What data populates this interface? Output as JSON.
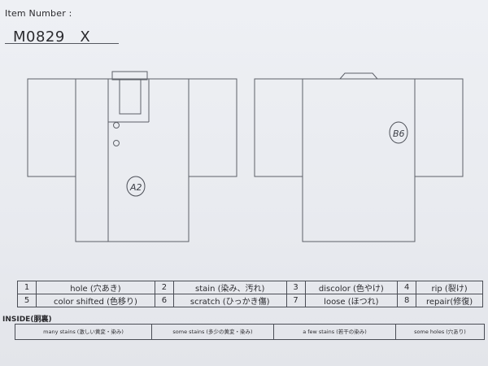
{
  "header": {
    "item_label": "Item Number :",
    "item_number": "M0829　X"
  },
  "annotations": {
    "front": "A2",
    "back": "B6"
  },
  "legend": [
    {
      "num": "1",
      "label": "hole (穴あき)"
    },
    {
      "num": "2",
      "label": "stain (染み、汚れ)"
    },
    {
      "num": "3",
      "label": "discolor (色やけ)"
    },
    {
      "num": "4",
      "label": "rip (裂け)"
    },
    {
      "num": "5",
      "label": "color shifted (色移り)"
    },
    {
      "num": "6",
      "label": "scratch (ひっかき傷)"
    },
    {
      "num": "7",
      "label": "loose (ほつれ)"
    },
    {
      "num": "8",
      "label": "repair(修復)"
    }
  ],
  "inside": {
    "label": "INSIDE(胴裏)",
    "options": [
      "many stains (激しい黄変・染み)",
      "some stains (多少の黄変・染み)",
      "a few stains (若干の染み)",
      "some holes (穴あり)"
    ]
  },
  "colors": {
    "ink": "#2b2b2f",
    "paper": "#eceef2"
  }
}
